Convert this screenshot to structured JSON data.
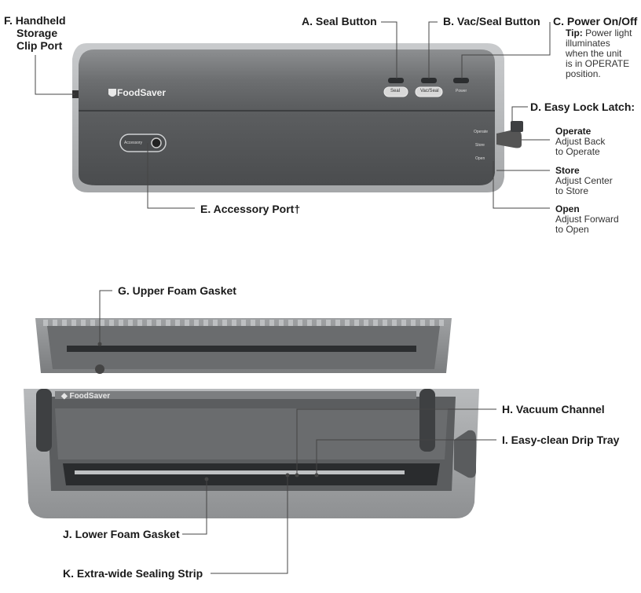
{
  "callouts": {
    "f": {
      "lines": [
        "F. Handheld",
        "Storage",
        "Clip Port"
      ]
    },
    "a": "A. Seal Button",
    "b": "B. Vac/Seal Button",
    "c": {
      "title": "C. Power On/Off",
      "tip_label": "Tip:",
      "tip_first": "Power light",
      "tip_rest": [
        "illuminates",
        "when the unit",
        "is in OPERATE",
        "position."
      ]
    },
    "d": "D. Easy Lock Latch:",
    "d_operate": {
      "title": "Operate",
      "lines": [
        "Adjust Back",
        "to Operate"
      ]
    },
    "d_store": {
      "title": "Store",
      "lines": [
        "Adjust Center",
        "to Store"
      ]
    },
    "d_open": {
      "title": "Open",
      "lines": [
        "Adjust Forward",
        "to Open"
      ]
    },
    "e": "E. Accessory Port†",
    "g": "G. Upper Foam Gasket",
    "h": "H. Vacuum Channel",
    "i": "I. Easy-clean Drip Tray",
    "j": "J. Lower Foam Gasket",
    "k": "K. Extra-wide Sealing Strip"
  },
  "device": {
    "brand": "FoodSaver",
    "seal_btn": "Seal",
    "vacseal_btn": "Vac/Seal",
    "power_label": "Power",
    "accessory_label": "Accessory",
    "latch_positions": [
      "Operate",
      "Store",
      "Open"
    ]
  },
  "colors": {
    "body_dark": "#5f6163",
    "body_light": "#9a9c9e",
    "trim": "#b9bbbd"
  }
}
